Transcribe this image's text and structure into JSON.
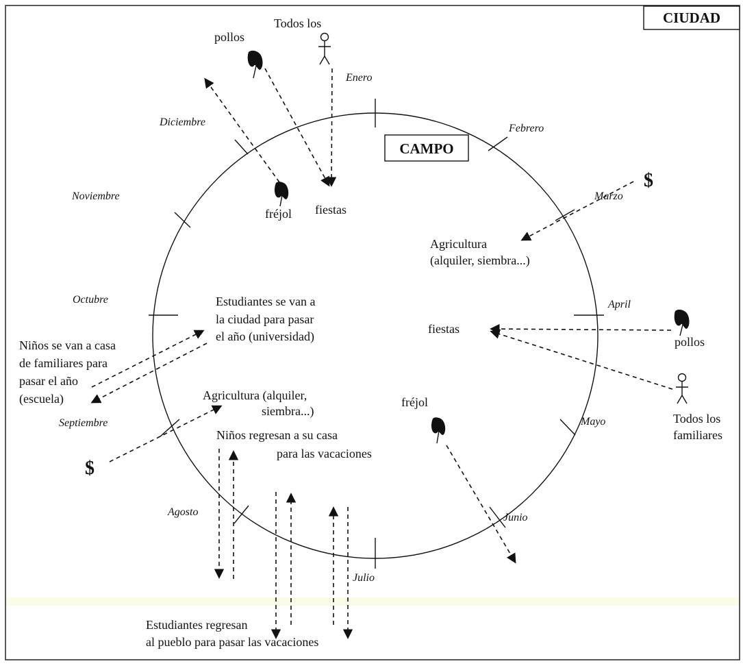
{
  "title_city": "CIUDAD",
  "title_country": "CAMPO",
  "months": {
    "enero": "Enero",
    "febrero": "Febrero",
    "marzo": "Marzo",
    "april": "April",
    "mayo": "Mayo",
    "junio": "Junio",
    "julio": "Julio",
    "agosto": "Agosto",
    "septiembre": "Septiembre",
    "octubre": "Octubre",
    "noviembre": "Noviembre",
    "diciembre": "Diciembre"
  },
  "labels": {
    "todos_los_top": "Todos los",
    "pollos_top": "pollos",
    "frejol_top": "fréjol",
    "fiestas_top": "fiestas",
    "dollar_right": "$",
    "agricultura_right_1": "Agricultura",
    "agricultura_right_2": "(alquiler, siembra...)",
    "fiestas_right": "fiestas",
    "pollos_right": "pollos",
    "todos_los_familiares_1": "Todos los",
    "todos_los_familiares_2": "familiares",
    "estudiantes_1": "Estudiantes se van a",
    "estudiantes_2": "la ciudad para pasar",
    "estudiantes_3": "el año (universidad)",
    "ninos_1": "Niños se van a casa",
    "ninos_2": "de familiares para",
    "ninos_3": "pasar el año",
    "ninos_4": "(escuela)",
    "agricultura_left_1": "Agricultura (alquiler,",
    "agricultura_left_2": "siembra...)",
    "dollar_left": "$",
    "ninos_regresan_1": "Niños regresan a su casa",
    "ninos_regresan_2": "para las vacaciones",
    "frejol_right": "fréjol",
    "estudiantes_regresan_1": "Estudiantes regresan",
    "estudiantes_regresan_2": "al pueblo para pasar las vacaciones"
  },
  "icons": {
    "person": "stick-figure-icon",
    "chicken": "chicken-icon",
    "bean": "bean-icon"
  },
  "colors": {
    "ink": "#111111",
    "background": "#ffffff"
  }
}
